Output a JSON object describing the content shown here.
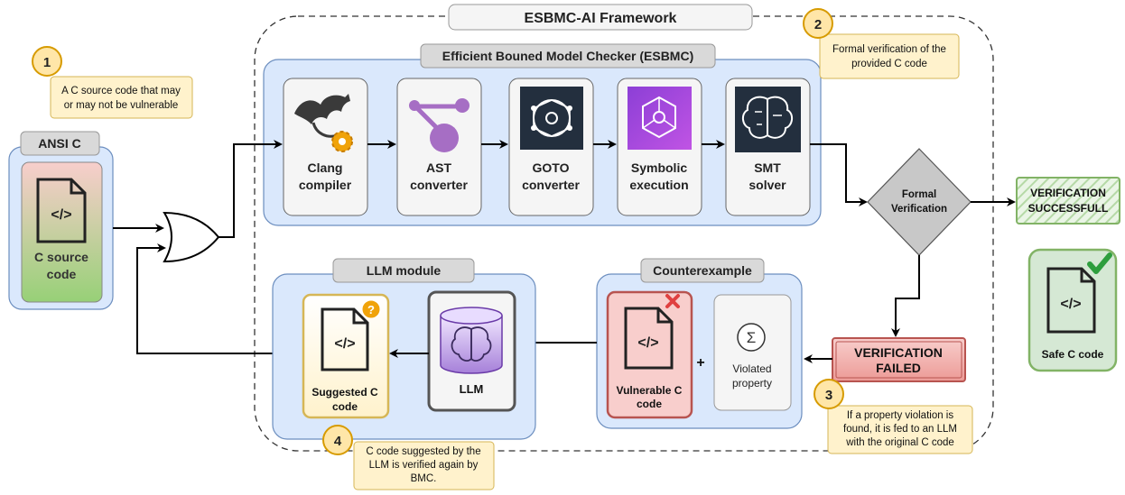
{
  "framework": {
    "title": "ESBMC-AI Framework"
  },
  "esbmc": {
    "title": "Efficient Bouned Model Checker (ESBMC)",
    "stages": [
      {
        "line1": "Clang",
        "line2": "compiler"
      },
      {
        "line1": "AST",
        "line2": "converter"
      },
      {
        "line1": "GOTO",
        "line2": "converter"
      },
      {
        "line1": "Symbolic",
        "line2": "execution"
      },
      {
        "line1": "SMT",
        "line2": "solver"
      }
    ]
  },
  "input": {
    "title": "ANSI C",
    "line1": "C source",
    "line2": "code"
  },
  "decision": {
    "line1": "Formal",
    "line2": "Verification"
  },
  "success": {
    "line1": "VERIFICATION",
    "line2": "SUCCESSFULL"
  },
  "failed": {
    "line1": "VERIFICATION",
    "line2": "FAILED"
  },
  "safe": {
    "label": "Safe C code"
  },
  "counterexample": {
    "title": "Counterexample",
    "vulnerable_line1": "Vulnerable C",
    "vulnerable_line2": "code",
    "plus": "+",
    "sigma": "Σ",
    "violated_line1": "Violated",
    "violated_line2": "property"
  },
  "llm_module": {
    "title": "LLM module",
    "llm": "LLM",
    "suggested_line1": "Suggested C",
    "suggested_line2": "code",
    "question": "?"
  },
  "steps": [
    {
      "number": "1",
      "lines": [
        "A C source code that may",
        "or may not be vulnerable"
      ]
    },
    {
      "number": "2",
      "lines": [
        "Formal verification of the",
        "provided C code"
      ]
    },
    {
      "number": "3",
      "lines": [
        "If a property violation is",
        "found, it is fed to an LLM",
        "with the original C code"
      ]
    },
    {
      "number": "4",
      "lines": [
        "C code suggested by the",
        "LLM is verified again by",
        "BMC."
      ]
    }
  ],
  "code_glyph": "</>",
  "colors": {
    "blue_panel": "#dae8fc",
    "blue_border": "#6c8ebf",
    "gray_header": "#e6e6e6",
    "note_fill": "#fff2cc",
    "note_border": "#d6b656",
    "badge_fill": "#ffe6a8",
    "badge_border": "#d79b00",
    "fail_fill": "#f8cecc",
    "fail_border": "#b85450",
    "safe_fill": "#d5e8d4",
    "safe_border": "#82b366",
    "dark_icon": "#232f3e",
    "purple": "#a66ec4"
  }
}
